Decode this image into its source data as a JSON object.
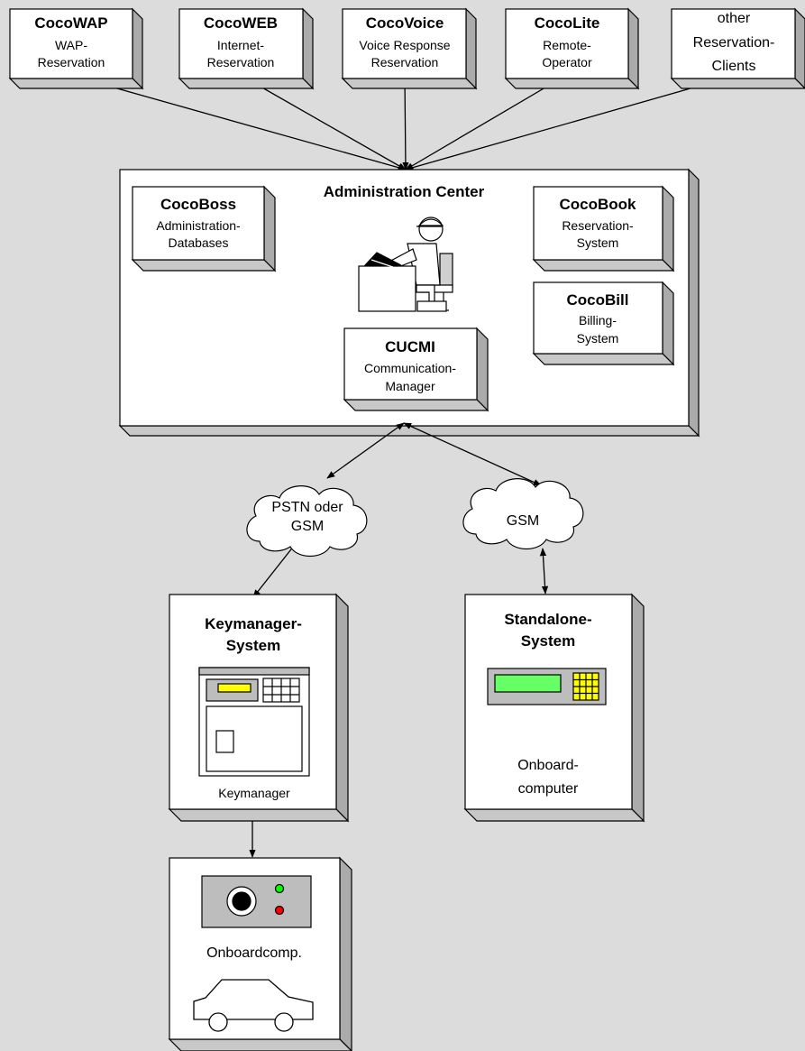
{
  "clients": [
    {
      "title": "CocoWAP",
      "lines": [
        "WAP-",
        "Reservation"
      ]
    },
    {
      "title": "CocoWEB",
      "lines": [
        "Internet-",
        "Reservation"
      ]
    },
    {
      "title": "CocoVoice",
      "lines": [
        "Voice Response",
        "Reservation"
      ]
    },
    {
      "title": "CocoLite",
      "lines": [
        "Remote-",
        "Operator"
      ]
    },
    {
      "title": "",
      "lines": [
        "other",
        "Reservation-",
        "Clients"
      ]
    }
  ],
  "admin_center": {
    "title": "Administration Center",
    "cocoboss": {
      "title": "CocoBoss",
      "lines": [
        "Administration-",
        "Databases"
      ]
    },
    "cocobook": {
      "title": "CocoBook",
      "lines": [
        "Reservation-",
        "System"
      ]
    },
    "cocobill": {
      "title": "CocoBill",
      "lines": [
        "Billing-",
        "System"
      ]
    },
    "cucmi": {
      "title": "CUCMI",
      "lines": [
        "Communication-",
        "Manager"
      ]
    }
  },
  "clouds": {
    "pstn": {
      "lines": [
        "PSTN oder",
        "GSM"
      ]
    },
    "gsm": {
      "lines": [
        "GSM"
      ]
    }
  },
  "keymanager": {
    "title_lines": [
      "Keymanager-",
      "System"
    ],
    "caption": "Keymanager"
  },
  "standalone": {
    "title_lines": [
      "Standalone-",
      "System"
    ],
    "caption_lines": [
      "Onboard-",
      "computer"
    ]
  },
  "onboard": {
    "caption": "Onboardcomp."
  },
  "colors": {
    "background": "#dcdcdc",
    "display_yellow": "#ffff00",
    "display_green": "#66ff66",
    "led_green": "#00ff00",
    "led_red": "#ff0000"
  }
}
